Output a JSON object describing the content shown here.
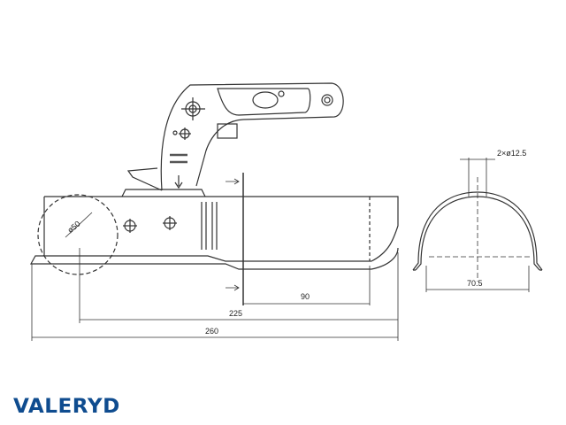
{
  "drawing": {
    "dimensions": {
      "ball_diameter": "ø50",
      "bolt_spacing": "90",
      "mount_length": "225",
      "total_length": "260",
      "profile_width": "70.5",
      "hole_spec": "2×ø12.5"
    }
  },
  "brand": {
    "name": "VALERYD",
    "color": "#0f4c8f"
  },
  "colors": {
    "line": "#333333"
  }
}
